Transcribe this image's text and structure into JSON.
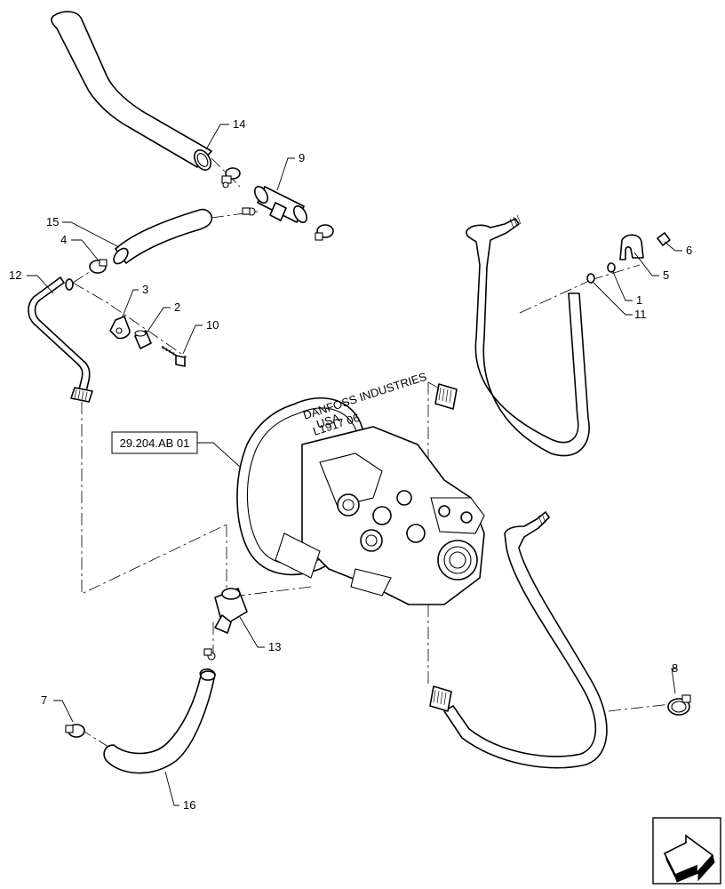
{
  "reference_box": {
    "label": "29.204.AB 01"
  },
  "pump_nameplate": {
    "line1": "DANFOSS INDUSTRIES",
    "line2": "USA",
    "line3": "L1917 06"
  },
  "callouts": {
    "c1": "1",
    "c2": "2",
    "c3": "3",
    "c4": "4",
    "c5": "5",
    "c6": "6",
    "c7": "7",
    "c8": "8",
    "c9": "9",
    "c10": "10",
    "c11": "11",
    "c12": "12",
    "c13": "13",
    "c14": "14",
    "c15": "15",
    "c16": "16"
  },
  "icons": {
    "navigation": "next-page-arrow-icon"
  },
  "colors": {
    "line": "#000000",
    "background": "#ffffff"
  }
}
